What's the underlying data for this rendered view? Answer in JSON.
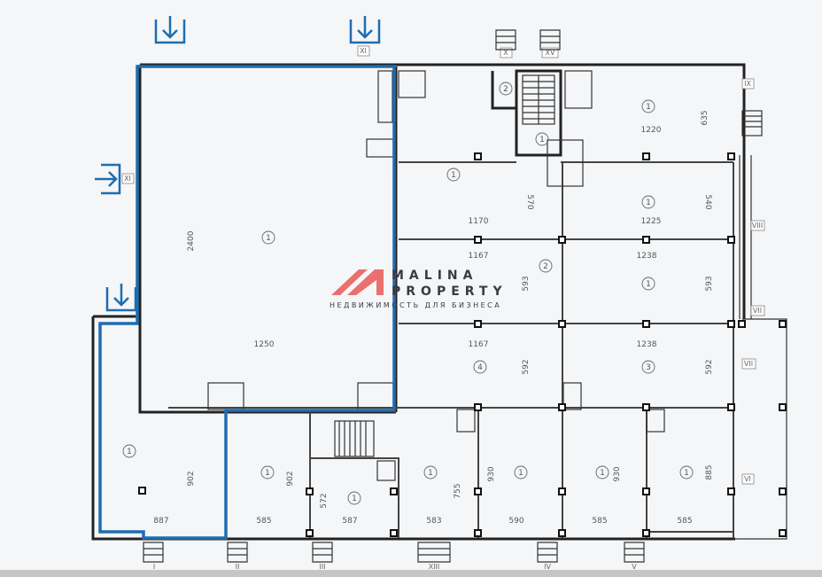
{
  "logo": {
    "line1": "MALINA",
    "line2": "PROPERTY",
    "tagline": "НЕДВИЖИМОСТЬ ДЛЯ БИЗНЕСА",
    "accent": "#e8625e"
  },
  "colors": {
    "highlight": "#1f6cb0",
    "wall": "#222222",
    "background": "#f4f6f8"
  },
  "rooms": [
    {
      "number": "1",
      "width": "1250",
      "depth": "2400"
    },
    {
      "number": "1",
      "width": "1170",
      "depth": "570"
    },
    {
      "number": "1",
      "width": "1220",
      "depth": "635"
    },
    {
      "number": "1",
      "width": "1225",
      "depth": "540"
    },
    {
      "number": "2",
      "width": "1167",
      "depth": "593"
    },
    {
      "number": "1",
      "width": "1238",
      "depth": "593"
    },
    {
      "number": "4",
      "width": "1167",
      "depth": "592"
    },
    {
      "number": "3",
      "width": "1238",
      "depth": "592"
    },
    {
      "number": "1",
      "width": "887",
      "depth": "902"
    },
    {
      "number": "1",
      "width": "585",
      "depth": "902"
    },
    {
      "number": "1",
      "width": "587",
      "depth": "572"
    },
    {
      "number": "1",
      "width": "583",
      "depth": "755"
    },
    {
      "number": "1",
      "width": "590",
      "depth": "930"
    },
    {
      "number": "1",
      "width": "585",
      "depth": "930"
    },
    {
      "number": "1",
      "width": "585",
      "depth": "885"
    },
    {
      "number": "2"
    },
    {
      "number": "1"
    }
  ],
  "axes": {
    "top": [
      "XI",
      "X",
      "XV"
    ],
    "left": [
      "XI"
    ],
    "right": [
      "IX",
      "VIII",
      "VII",
      "VII",
      "VI"
    ],
    "bottom": [
      "I",
      "II",
      "III",
      "XIII",
      "IV",
      "V"
    ]
  },
  "entrances": [
    "entrance-arrow",
    "entrance-arrow",
    "entrance-arrow",
    "entrance-arrow"
  ]
}
